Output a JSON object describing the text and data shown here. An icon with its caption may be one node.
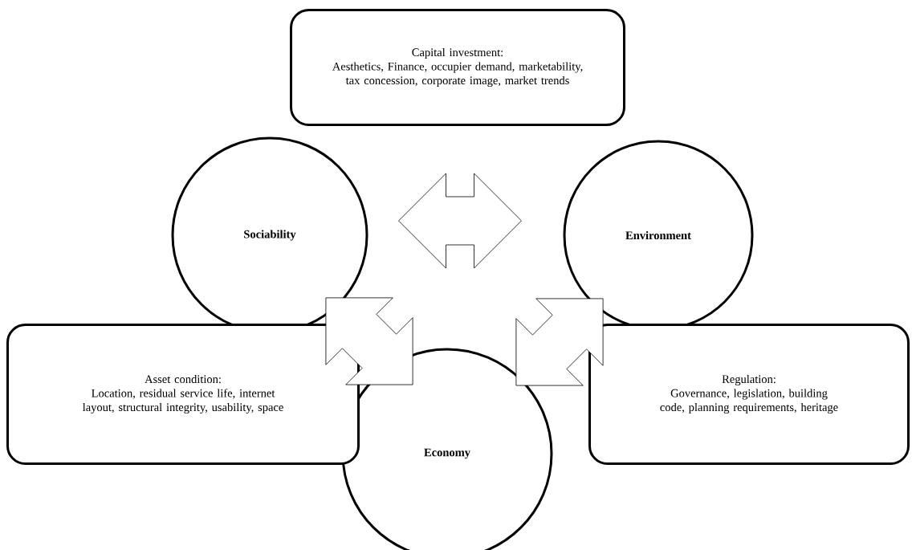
{
  "diagram": {
    "nodes": [
      {
        "text": [
          "Capital investment:",
          "Aesthetics, Finance, occupier demand, marketability, tax concession, corporate image, market trends"
        ]
      },
      {
        "text": [
          "Sociability"
        ]
      },
      {
        "text": [
          "Environment"
        ]
      },
      {
        "text": [
          "Asset condition:",
          "Location, residual service life, internet layout, structural integrity, usability, space"
        ]
      },
      {
        "text": [
          "Economy"
        ]
      },
      {
        "text": [
          "Regulation:",
          "Governance, legislation, building code, planning requirements, heritage"
        ]
      }
    ],
    "edges": [
      {
        "from": 1,
        "to": 2,
        "arrow": "both"
      },
      {
        "from": 1,
        "to": 4,
        "arrow": "both"
      },
      {
        "from": 2,
        "to": 4,
        "arrow": "both"
      }
    ]
  }
}
